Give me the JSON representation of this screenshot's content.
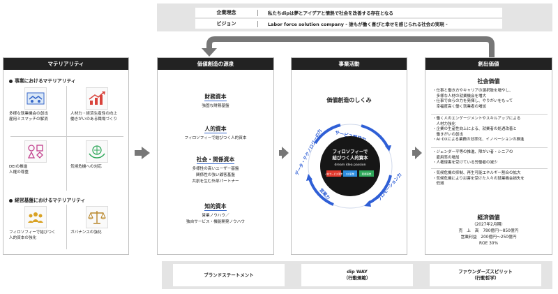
{
  "banner": {
    "philosophy_label": "企業理念",
    "philosophy_text": "私たちdipは夢とアイデアと情熱で社会を改善する存在となる",
    "vision_label": "ビジョン",
    "vision_text": "Labor force solution company - 誰もが働く喜びと幸せを感じられる社会の実現 -"
  },
  "materiality": {
    "header": "マテリアリティ",
    "business_title": "事業におけるマテリアリティ",
    "business_items": [
      {
        "label_1": "多様な就業機会の創出",
        "label_2": "雇用ミスマッチの解消",
        "icon": "handshake-icon"
      },
      {
        "label_1": "人材力・経済生産性の向上",
        "label_2": "働きがいのある職場づくり",
        "icon": "growth-chart-icon"
      },
      {
        "label_1": "DEIの推進",
        "label_2": "人権の尊重",
        "icon": "diversity-shapes-icon"
      },
      {
        "label_1": "気候危機への対応",
        "label_2": "",
        "icon": "globe-hands-icon"
      }
    ],
    "management_title": "経営基盤におけるマテリアリティ",
    "management_items": [
      {
        "label_1": "フィロソフィーで結びつく",
        "label_2": "人的資本の強化",
        "icon": "people-group-icon"
      },
      {
        "label_1": "ガバナンスの強化",
        "label_2": "",
        "icon": "scales-icon"
      }
    ],
    "colors": {
      "business_icon_bg": "#eaf2fb",
      "accent_red": "#d9433b"
    }
  },
  "capital": {
    "header": "価値創造の源泉",
    "sections": [
      {
        "title": "財務資本",
        "lines": [
          "強固な財務基盤"
        ]
      },
      {
        "title": "人的資本",
        "lines": [
          "フィロソフィーで結びつく人的資本"
        ]
      },
      {
        "title": "社会・関係資本",
        "lines": [
          "多様性の高いユーザー基盤",
          "関係性の強い顧客基盤",
          "共創を生む外部パートナー"
        ]
      },
      {
        "title": "知的資本",
        "lines": [
          "営業ノウハウ／",
          "独自サービス・機能開発ノウハウ"
        ]
      }
    ]
  },
  "business": {
    "header": "事業活動",
    "mechanism_title": "価値創造のしくみ",
    "ring_labels": {
      "top": "サービス開発力",
      "left": "データ・テクノロジーの力",
      "right": "プロモーション力",
      "bottom_left": "営業力"
    },
    "core_line1": "フィロソフィーで",
    "core_line2": "結びつく人的資本",
    "core_sub": "dream idea passion",
    "pills": [
      "人材サービス事業",
      "DX事業",
      "新規事業"
    ],
    "colors": {
      "blue": "#2f5fd6",
      "pill_red": "#e23b2f",
      "pill_blue": "#2f8ee0",
      "pill_green": "#2fa85a"
    }
  },
  "value": {
    "header": "創出価値",
    "social_title": "社会価値",
    "groups": [
      [
        "・仕事と働き方やキャリアの選択肢を増やし、",
        "　多様な人材の就業機会を増大",
        "・仕事で自らの力を発揮し、やりがいをもって",
        "　幸福度高く働く就業者の増加"
      ],
      [
        "・働く人のエンゲージメントやスキルアップによる",
        "　人材力強化",
        "・企業の生産性向上による、就業者の処遇改善と",
        "　働きがいの創出",
        "・AI･DXによる業務の効率化、イノベーションの推進"
      ],
      [
        "・ジェンダー平等の推進、障がい者・シニアの",
        "　雇用率の増加",
        "・人権侵害を受けている労働者の減少"
      ],
      [
        "・気候危機の抑制、再生可能エネルギー割合の拡大",
        "・気候危機により災害を受けた人々の就業機会損失を",
        "　低減"
      ]
    ],
    "economic_title": "経済価値",
    "economic_period": "（2027年2月期）",
    "economic_lines": [
      "売　上　高　780億円〜850億円",
      "営業利益　200億円〜250億円",
      "ROE 30%"
    ]
  },
  "bottom": {
    "item1": "ブランドステートメント",
    "item2_line1": "dip WAY",
    "item2_line2": "（行動規範）",
    "item3_line1": "ファウンダーズスピリット",
    "item3_line2": "（行動哲学）"
  }
}
